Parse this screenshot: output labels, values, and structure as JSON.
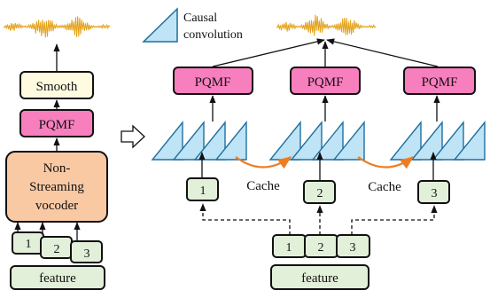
{
  "colors": {
    "waveform": "#e3a21a",
    "pqmf_fill": "#f77fbe",
    "smooth_fill": "#fffbe0",
    "vocoder_fill": "#f9c9a4",
    "feature_fill": "#e2efd9",
    "triangle_fill": "#bfe4f6",
    "triangle_stroke": "#1f6f9f",
    "cache_arrow": "#ee7d22",
    "stroke": "#111111"
  },
  "legend": {
    "label_line1": "Causal",
    "label_line2": "convolution"
  },
  "left": {
    "smooth": "Smooth",
    "pqmf": "PQMF",
    "vocoder_line1": "Non-",
    "vocoder_line2": "Streaming",
    "vocoder_line3": "vocoder",
    "chunks": [
      "1",
      "2",
      "3"
    ],
    "feature": "feature"
  },
  "right": {
    "pqmf_blocks": [
      "PQMF",
      "PQMF",
      "PQMF"
    ],
    "chunks_in": [
      "1",
      "2",
      "3"
    ],
    "cache_labels": [
      "Cache",
      "Cache"
    ],
    "chunks_bottom": [
      "1",
      "2",
      "3"
    ],
    "feature": "feature"
  },
  "transition_arrow": "open-right-arrow"
}
